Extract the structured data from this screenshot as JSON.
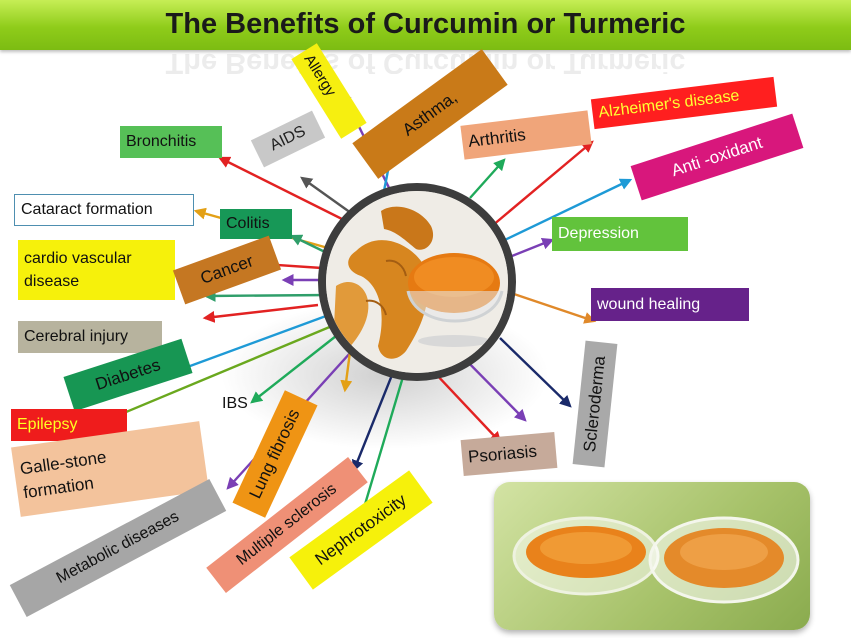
{
  "title": "The Benefits of Curcumin or Turmeric",
  "colors": {
    "title_bar": "#8fcc1a",
    "turmeric_orange": "#e0892a",
    "ring": "#3d3d3d"
  },
  "labels": [
    {
      "id": "allergy",
      "text": "Allergy",
      "bg": "#f6ef10",
      "fg": "#111111"
    },
    {
      "id": "asthma",
      "text": "Asthma,",
      "bg": "#c97a18",
      "fg": "#111111"
    },
    {
      "id": "aids",
      "text": "AIDS",
      "bg": "#c8c8c8",
      "fg": "#222222"
    },
    {
      "id": "bronchitis",
      "text": "Bronchitis",
      "bg": "#56c057",
      "fg": "#111111"
    },
    {
      "id": "arthritis",
      "text": "Arthritis",
      "bg": "#f0a57a",
      "fg": "#111111"
    },
    {
      "id": "alzheimers",
      "text": "Alzheimer's disease",
      "bg": "#ff1f1f",
      "fg": "#ffff33"
    },
    {
      "id": "antioxidant",
      "text": "Anti -oxidant",
      "bg": "#d8177c",
      "fg": "#ffffff"
    },
    {
      "id": "cataract",
      "text": "Cataract formation",
      "bg": "#ffffff",
      "fg": "#111111"
    },
    {
      "id": "colitis",
      "text": "Colitis",
      "bg": "#179857",
      "fg": "#111111"
    },
    {
      "id": "depression",
      "text": "Depression",
      "bg": "#62c33c",
      "fg": "#ffffff"
    },
    {
      "id": "cardio",
      "text": "cardio vascular\ndisease",
      "bg": "#f6f10b",
      "fg": "#111111"
    },
    {
      "id": "cancer",
      "text": "Cancer",
      "bg": "#c57722",
      "fg": "#111111"
    },
    {
      "id": "wound",
      "text": "wound healing",
      "bg": "#66228a",
      "fg": "#ffffff"
    },
    {
      "id": "cerebral",
      "text": "Cerebral injury",
      "bg": "#b7b39e",
      "fg": "#111111"
    },
    {
      "id": "diabetes",
      "text": "Diabetes",
      "bg": "#179653",
      "fg": "#111111"
    },
    {
      "id": "scleroderma",
      "text": "Scleroderma",
      "bg": "#a9a9a9",
      "fg": "#111111"
    },
    {
      "id": "epilepsy",
      "text": "Epilepsy",
      "bg": "#ef1c1c",
      "fg": "#ffff22"
    },
    {
      "id": "ibs",
      "text": "IBS",
      "bg": "transparent",
      "fg": "#111111"
    },
    {
      "id": "psoriasis",
      "text": "Psoriasis",
      "bg": "#c6aa9a",
      "fg": "#111111"
    },
    {
      "id": "gallstone",
      "text": "Galle-stone\nformation",
      "bg": "#f3c39c",
      "fg": "#111111"
    },
    {
      "id": "lungfibrosis",
      "text": "Lung fibrosis",
      "bg": "#ef9414",
      "fg": "#111111"
    },
    {
      "id": "multiplesclerosis",
      "text": "Multiple sclerosis",
      "bg": "#ef9076",
      "fg": "#111111"
    },
    {
      "id": "nephrotoxicity",
      "text": "Nephrotoxicity",
      "bg": "#f6f10b",
      "fg": "#111111"
    },
    {
      "id": "metabolic",
      "text": "Metabolic diseases",
      "bg": "#a6a6a6",
      "fg": "#111111"
    }
  ]
}
